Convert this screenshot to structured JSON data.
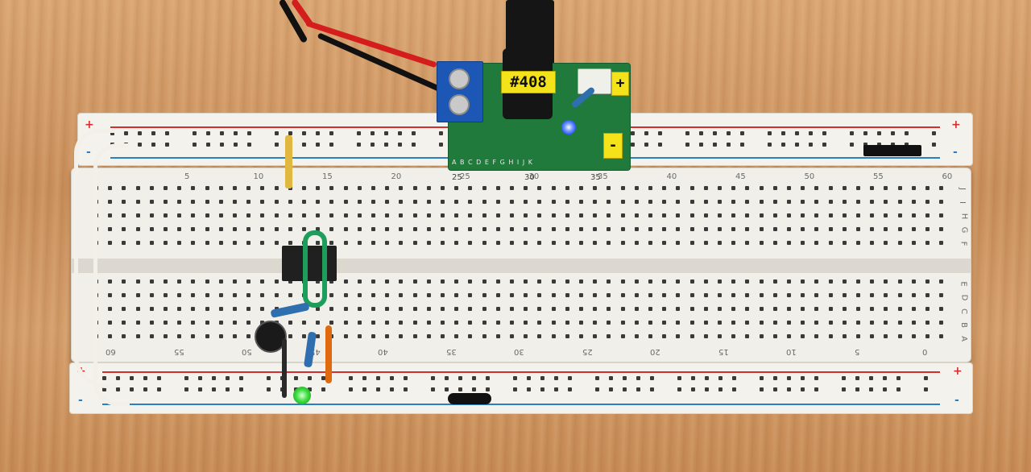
{
  "board_labels": {
    "top_numbers": [
      "5",
      "10",
      "15",
      "20",
      "25",
      "30",
      "35",
      "40",
      "45",
      "50",
      "55",
      "60"
    ],
    "bottom_numbers": [
      "60",
      "55",
      "50",
      "45",
      "40",
      "35",
      "30",
      "25",
      "20",
      "15",
      "10",
      "5",
      "0"
    ],
    "top_rows": [
      "J",
      "I",
      "H",
      "G",
      "F"
    ],
    "bottom_rows": [
      "E",
      "D",
      "C",
      "B",
      "A"
    ],
    "plus": "+",
    "minus": "-"
  },
  "module": {
    "tag": "#408",
    "pcb_letters": "A B C D E F G H I J K",
    "pcb_numbers": [
      "25",
      "30",
      "35"
    ],
    "plus": "+",
    "minus": "-"
  },
  "colors": {
    "wood": "#cf9863",
    "board": "#f1efe9",
    "red_rail": "#d23030",
    "blue_rail": "#2a7fc4",
    "pcb": "#1f7a3c",
    "terminal": "#1d57b5",
    "led_green": "#3fe03f",
    "led_blue": "#2a5bff"
  }
}
